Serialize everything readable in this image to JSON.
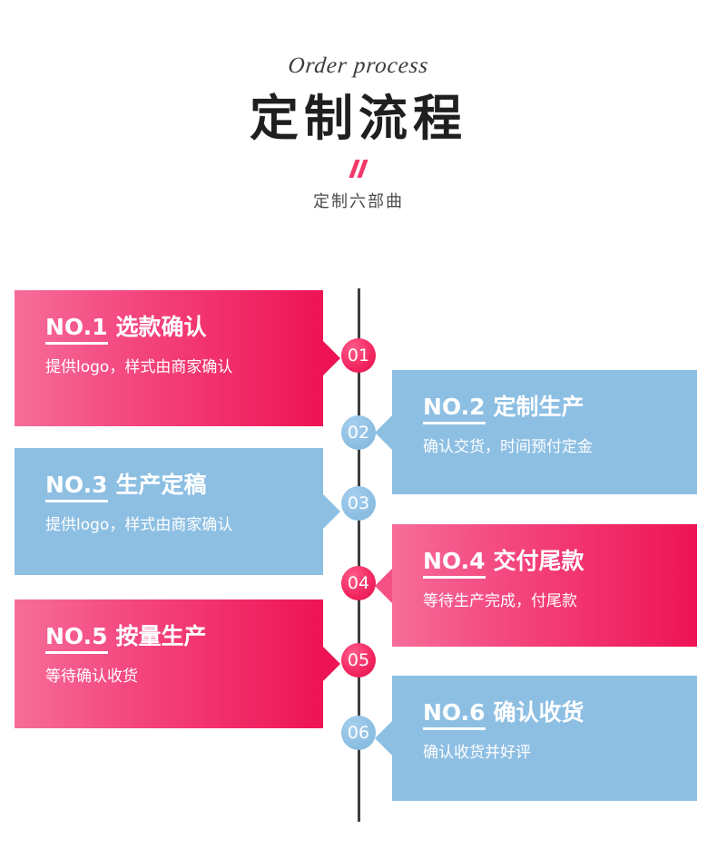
{
  "header": {
    "script_title": "Order process",
    "main_title": "定制流程",
    "sub_title": "定制六部曲",
    "quote_color": "#f2386b"
  },
  "colors": {
    "pink_dark": "#ee1355",
    "pink_light": "#f66d99",
    "pink_badge": "#f2255f",
    "blue": "#8dbfe3",
    "spine": "#3e3e3e",
    "text_on_card": "#ffffff"
  },
  "steps": [
    {
      "badge": "01",
      "no_label": "NO.1",
      "title": "选款确认",
      "desc": "提供logo，样式由商家确认",
      "side": "left",
      "color": "pink"
    },
    {
      "badge": "02",
      "no_label": "NO.2",
      "title": "定制生产",
      "desc": "确认交货，时间预付定金",
      "side": "right",
      "color": "blue"
    },
    {
      "badge": "03",
      "no_label": "NO.3",
      "title": "生产定稿",
      "desc": "提供logo，样式由商家确认",
      "side": "left",
      "color": "blue"
    },
    {
      "badge": "04",
      "no_label": "NO.4",
      "title": "交付尾款",
      "desc": "等待生产完成，付尾款",
      "side": "right",
      "color": "pink"
    },
    {
      "badge": "05",
      "no_label": "NO.5",
      "title": "按量生产",
      "desc": "等待确认收货",
      "side": "left",
      "color": "pink"
    },
    {
      "badge": "06",
      "no_label": "NO.6",
      "title": "确认收货",
      "desc": "确认收货并好评",
      "side": "right",
      "color": "blue"
    }
  ]
}
